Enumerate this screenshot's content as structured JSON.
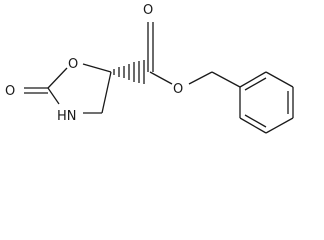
{
  "molecule": {
    "atoms": {
      "carbonyl_oxygen_ring": "O",
      "ring_oxygen": "O",
      "ring_nitrogen": "HN",
      "ester_carbonyl_oxygen": "O",
      "ester_oxygen": "O"
    },
    "stereo": "wedge-hashed"
  },
  "colors": {
    "ink": "#1a1a1a",
    "background": "#ffffff"
  }
}
